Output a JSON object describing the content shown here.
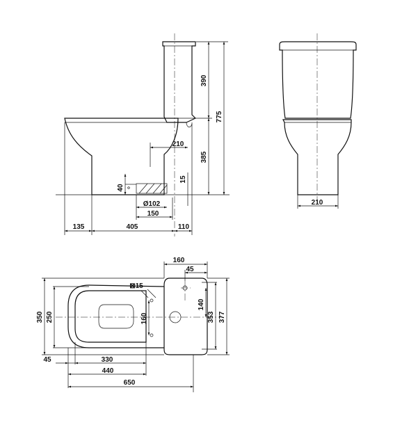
{
  "dimensions": {
    "tank_height": "390",
    "total_height": "775",
    "outlet_from_wall": "210",
    "outlet_height": "385",
    "front_width": "210",
    "pipe_block_height": "40",
    "pipe_offset": "15",
    "pipe_diameter": "Ø102",
    "pipe_span": "150",
    "side_front": "135",
    "side_middle": "405",
    "side_back": "110",
    "plan_tank_depth": "160",
    "plan_hole_offset": "45",
    "plan_fix_hole": "⊠15",
    "plan_hole_spacing": "140",
    "plan_seat_fix": "160",
    "plan_inner_width": "250",
    "plan_outer_width": "350",
    "plan_tank_width_a": "353",
    "plan_tank_width_b": "377",
    "plan_front_offset": "45",
    "plan_len_330": "330",
    "plan_len_440": "440",
    "plan_total_length": "650"
  }
}
